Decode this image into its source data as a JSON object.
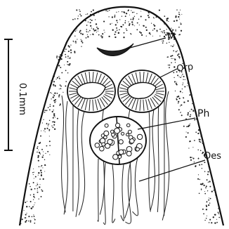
{
  "figure": {
    "labels": {
      "mouth": "M",
      "oral_papilla": "Orp",
      "pharynx": "Ph",
      "oesophagus": "Oes"
    },
    "scale_bar": {
      "label": "0.1mm"
    }
  },
  "colors": {
    "ink": "#111111",
    "paper": "#ffffff"
  }
}
